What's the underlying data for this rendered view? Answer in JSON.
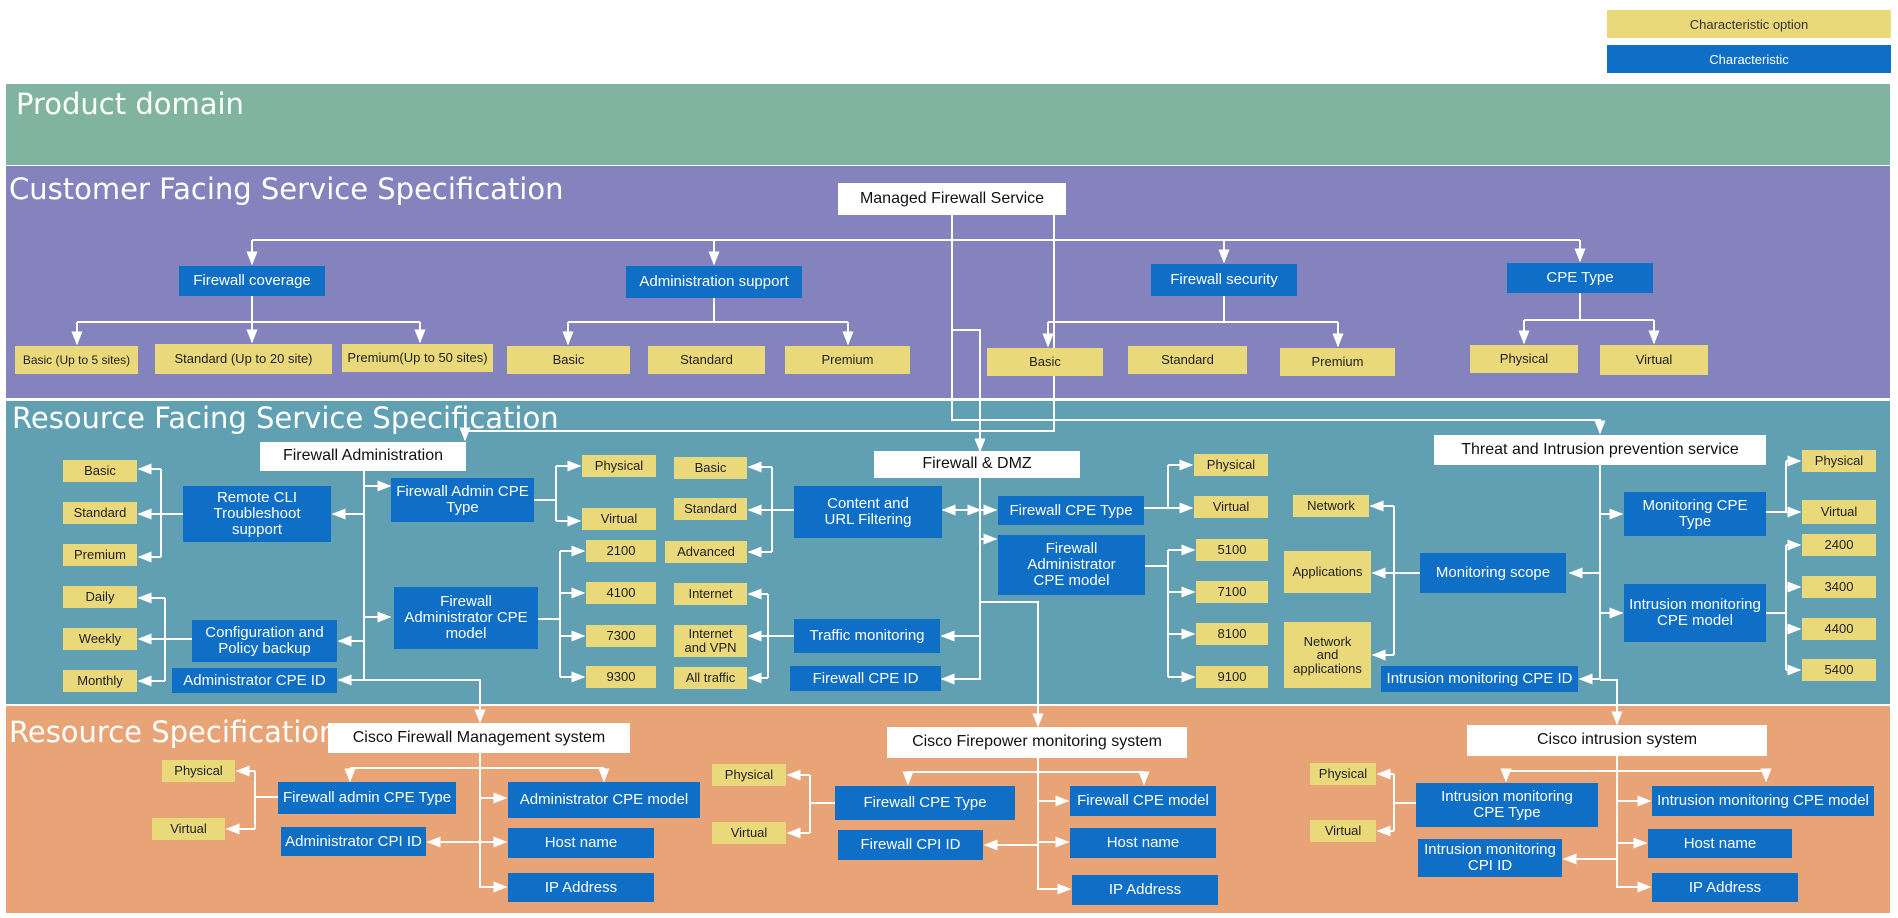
{
  "legend": {
    "option": "Characteristic option",
    "characteristic": "Characteristic"
  },
  "layers": {
    "product": "Product domain",
    "cfs": "Customer Facing Service  Specification",
    "rfs": "Resource Facing Service Specification",
    "rs": "Resource Specification"
  },
  "colors": {
    "product": "#80b3a0",
    "cfs": "#8483bd",
    "rfs": "#61a0b3",
    "rs": "#e8a377",
    "characteristic": "#0f6fc6",
    "option": "#e9d97a",
    "service": "#ffffff",
    "line": "#ffffff"
  },
  "nodes": {
    "mfs": "Managed Firewall Service",
    "fw_coverage": "Firewall coverage",
    "admin_support": "Administration support",
    "fw_security": "Firewall security",
    "cpe_type": "CPE Type",
    "cov_basic": "Basic (Up to 5 sites)",
    "cov_standard": "Standard (Up to 20 site)",
    "cov_premium": "Premium(Up to 50  sites)",
    "as_basic": "Basic",
    "as_standard": "Standard",
    "as_premium": "Premium",
    "sec_basic": "Basic",
    "sec_standard": "Standard",
    "sec_premium": "Premium",
    "cpe_physical": "Physical",
    "cpe_virtual": "Virtual",
    "fa": "Firewall Administration",
    "remote_cli": "Remote CLI\nTroubleshoot\nsupport",
    "rc_basic": "Basic",
    "rc_standard": "Standard",
    "rc_premium": "Premium",
    "config_backup": "Configuration and\nPolicy backup",
    "cb_daily": "Daily",
    "cb_weekly": "Weekly",
    "cb_monthly": "Monthly",
    "admin_cpe_id": "Administrator CPE ID",
    "fa_cpe_type": "Firewall Admin CPE\nType",
    "fact_physical": "Physical",
    "fact_virtual": "Virtual",
    "fa_cpe_model": "Firewall\nAdministrator CPE\nmodel",
    "facm_2100": "2100",
    "facm_4100": "4100",
    "facm_7300": "7300",
    "facm_9300": "9300",
    "fdmz": "Firewall & DMZ",
    "content_url": "Content and\nURL Filtering",
    "cu_basic": "Basic",
    "cu_standard": "Standard",
    "cu_advanced": "Advanced",
    "traffic_mon": "Traffic monitoring",
    "tm_internet": "Internet",
    "tm_internet_vpn": "Internet\nand VPN",
    "tm_all": "All traffic",
    "fw_cpe_id": "Firewall CPE ID",
    "fw_cpe_type": "Firewall CPE Type",
    "fct_physical": "Physical",
    "fct_virtual": "Virtual",
    "fw_admin_cpe_model": "Firewall\nAdministrator\nCPE model",
    "facpm_5100": "5100",
    "facpm_7100": "7100",
    "facpm_8100": "8100",
    "facpm_9100": "9100",
    "tips": "Threat and Intrusion prevention service",
    "mon_scope": "Monitoring scope",
    "ms_network": "Network",
    "ms_apps": "Applications",
    "ms_net_apps": "Network\nand\napplications",
    "im_cpe_id": "Intrusion monitoring CPE ID",
    "mon_cpe_type": "Monitoring CPE\nType",
    "mct_physical": "Physical",
    "mct_virtual": "Virtual",
    "im_cpe_model": "Intrusion monitoring\nCPE model",
    "imm_2400": "2400",
    "imm_3400": "3400",
    "imm_4400": "4400",
    "imm_5400": "5400",
    "cfms": "Cisco Firewall Management system",
    "cfms_type": "Firewall admin CPE Type",
    "cfms_physical": "Physical",
    "cfms_virtual": "Virtual",
    "cfms_cpi_id": "Administrator CPI ID",
    "cfms_model": "Administrator CPE model",
    "cfms_host": "Host name",
    "cfms_ip": "IP Address",
    "cfpms": "Cisco Firepower monitoring system",
    "cfpms_type": "Firewall CPE Type",
    "cfpms_physical": "Physical",
    "cfpms_virtual": "Virtual",
    "cfpms_cpi_id": "Firewall CPI ID",
    "cfpms_model": "Firewall CPE model",
    "cfpms_host": "Host name",
    "cfpms_ip": "IP Address",
    "cis": "Cisco intrusion system",
    "cis_type": "Intrusion monitoring\nCPE Type",
    "cis_physical": "Physical",
    "cis_virtual": "Virtual",
    "cis_cpi_id": "Intrusion monitoring\nCPI ID",
    "cis_model": "Intrusion monitoring CPE model",
    "cis_host": "Host name",
    "cis_ip": "IP Address"
  }
}
